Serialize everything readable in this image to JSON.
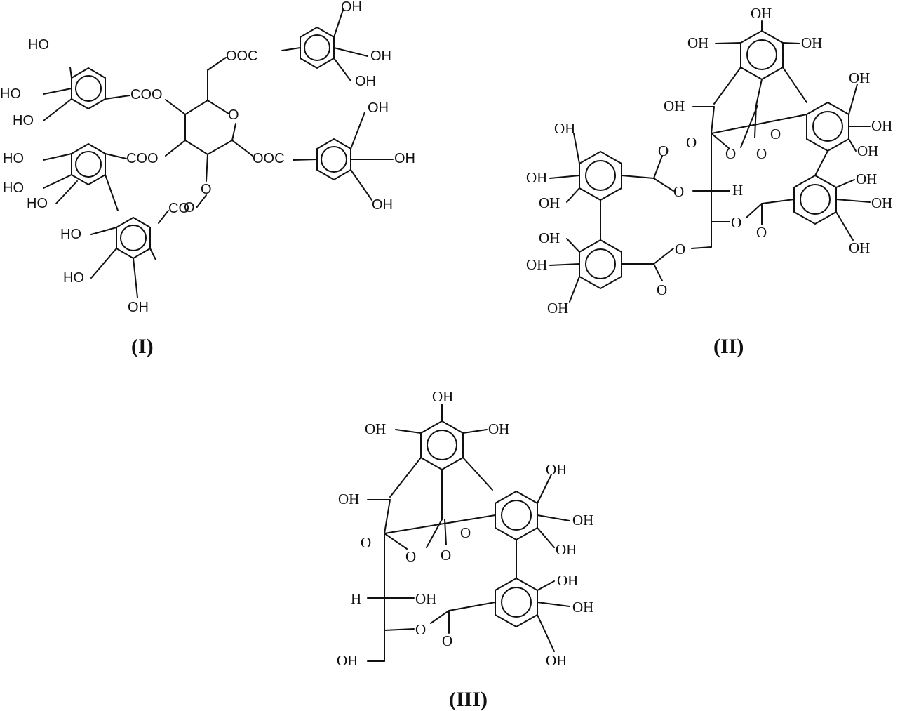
{
  "captions": [
    "(I)",
    "(II)",
    "(III)"
  ],
  "structure_1": {
    "labels": [
      "HO",
      "HO",
      "HO",
      "COO",
      "OOC",
      "OH",
      "OH",
      "OH",
      "O",
      "COO",
      "OOC",
      "OH",
      "OH",
      "OH",
      "HO",
      "HO",
      "HO",
      "O",
      "CO",
      "O",
      "HO",
      "HO",
      "OH"
    ]
  },
  "structure_2": {
    "labels": [
      "OH",
      "OH",
      "OH",
      "OH",
      "OH",
      "OH",
      "OH",
      "O",
      "O",
      "O",
      "O",
      "OH",
      "OH",
      "OH",
      "OH",
      "OH",
      "OH",
      "O",
      "O",
      "H",
      "O",
      "O",
      "OH",
      "OH",
      "OH",
      "O",
      "O"
    ]
  },
  "structure_3": {
    "labels": [
      "OH",
      "OH",
      "OH",
      "OH",
      "OH",
      "OH",
      "O",
      "O",
      "O",
      "O",
      "OH",
      "OH",
      "OH",
      "H",
      "OH",
      "O",
      "O",
      "OH",
      "OH"
    ]
  }
}
